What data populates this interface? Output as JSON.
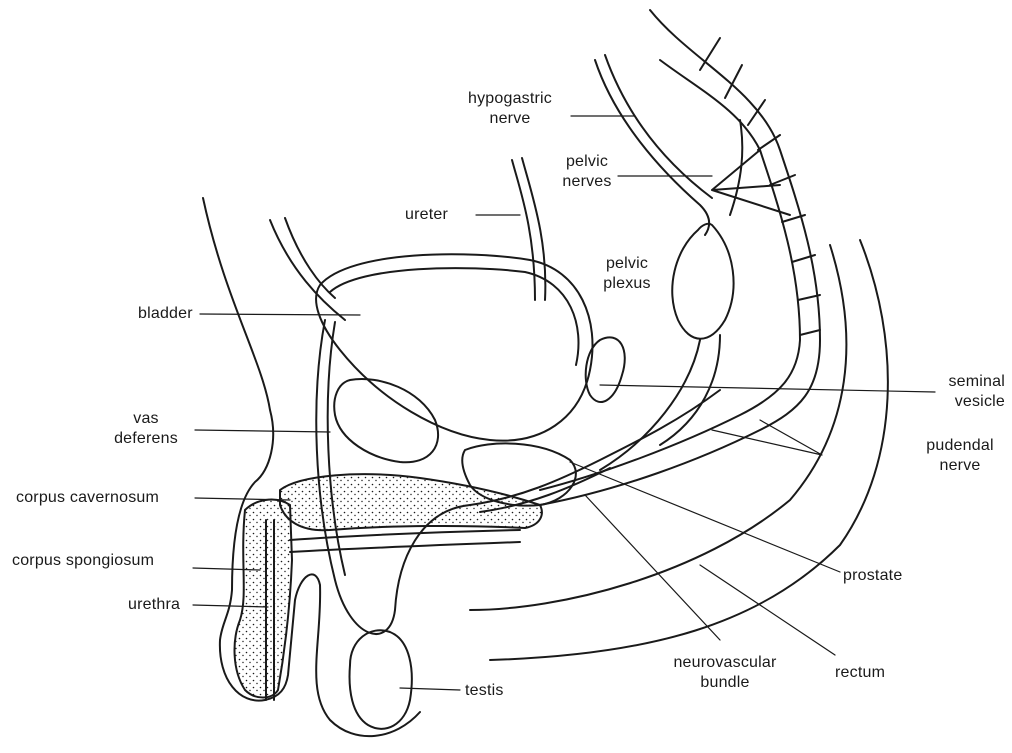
{
  "labels": {
    "hypogastric_nerve": [
      "hypogastric",
      "nerve"
    ],
    "pelvic_nerves": [
      "pelvic",
      "nerves"
    ],
    "ureter": "ureter",
    "pelvic_plexus": [
      "pelvic",
      "plexus"
    ],
    "bladder": "bladder",
    "seminal_vesicle": [
      "seminal",
      "vesicle"
    ],
    "vas_deferens": [
      "vas",
      "deferens"
    ],
    "pudendal_nerve": [
      "pudendal",
      "nerve"
    ],
    "corpus_cavernosum": "corpus cavernosum",
    "corpus_spongiosum": "corpus spongiosum",
    "prostate": "prostate",
    "urethra": "urethra",
    "neurovascular_bundle": [
      "neurovascular",
      "bundle"
    ],
    "rectum": "rectum",
    "testis": "testis"
  },
  "colors": {
    "ink": "#1a1a1a",
    "background": "#ffffff"
  }
}
